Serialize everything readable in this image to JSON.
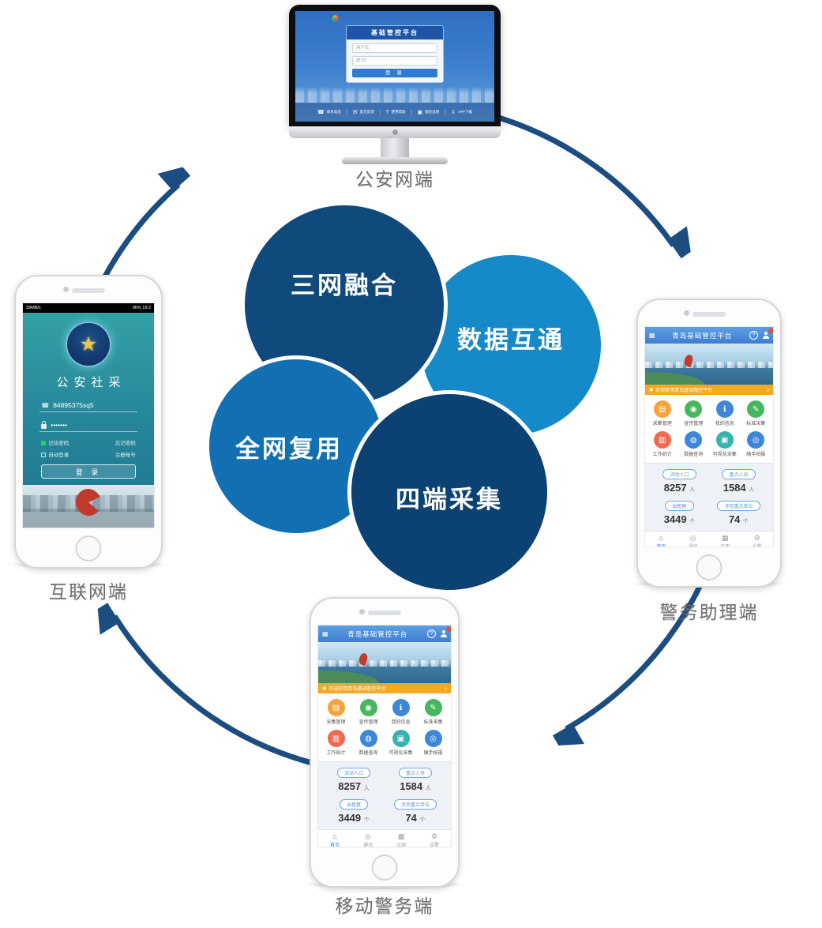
{
  "diagram": {
    "center_circles": [
      {
        "label": "三网融合",
        "color": "#10497c"
      },
      {
        "label": "数据互通",
        "color": "#1689c9"
      },
      {
        "label": "全网复用",
        "color": "#1270b2"
      },
      {
        "label": "四端采集",
        "color": "#0c4173"
      }
    ],
    "device_labels": {
      "top": "公安网端",
      "left": "互联网端",
      "right": "警务助理端",
      "bottom": "移动警务端"
    },
    "arrow_color": "#1b4d80"
  },
  "desktop_site": {
    "panel_title": "基础管控平台",
    "username_placeholder": "用户名",
    "password_placeholder": "密  码",
    "login_label": "登 录",
    "footer_items": [
      {
        "icon": "☎",
        "label": "联系电话"
      },
      {
        "icon": "✉",
        "label": "意见反馈"
      },
      {
        "icon": "?",
        "label": "使用帮助"
      },
      {
        "icon": "▣",
        "label": "版权说明"
      },
      {
        "icon": "⇩",
        "label": "APP下载"
      }
    ]
  },
  "police_app": {
    "header_title": "青岛基础管控平台",
    "help_icon": "?",
    "notice_text": "欢迎使用青岛基础管控平台",
    "grid_items": [
      {
        "label": "采集管理",
        "glyph": "▤",
        "color": "#f5a33c"
      },
      {
        "label": "宣传管理",
        "glyph": "◉",
        "color": "#46b75c"
      },
      {
        "label": "我的信息",
        "glyph": "ℹ",
        "color": "#3d86d8"
      },
      {
        "label": "标准采集",
        "glyph": "✎",
        "color": "#46b75c"
      },
      {
        "label": "工作统计",
        "glyph": "▥",
        "color": "#ee6a52"
      },
      {
        "label": "数据查询",
        "glyph": "◍",
        "color": "#3d86d8"
      },
      {
        "label": "可视化采集",
        "glyph": "▣",
        "color": "#35b3ae"
      },
      {
        "label": "随手拍摄",
        "glyph": "◎",
        "color": "#3d86d8"
      }
    ],
    "stats": [
      {
        "label": "流动人口",
        "value": "8257",
        "unit": "人"
      },
      {
        "label": "重点人员",
        "value": "1584",
        "unit": "人"
      },
      {
        "label": "出租屋",
        "value": "3449",
        "unit": "个"
      },
      {
        "label": "涉恐重点单位",
        "value": "74",
        "unit": "个"
      }
    ],
    "tabs": [
      {
        "label": "首页",
        "glyph": "⌂"
      },
      {
        "label": "通讯",
        "glyph": "◎"
      },
      {
        "label": "应用",
        "glyph": "▦"
      },
      {
        "label": "设置",
        "glyph": "⚙"
      }
    ]
  },
  "internet_app": {
    "status_left": "39MB/s",
    "status_right": "96% 19:2",
    "app_title": "公安社采",
    "account_value": "84895375sq5",
    "password_value": "•••••••",
    "options": [
      {
        "label": "记住密码"
      },
      {
        "label": "忘记密码"
      },
      {
        "label": "自动登录"
      },
      {
        "label": "注册账号"
      }
    ],
    "login_label": "登 录"
  }
}
